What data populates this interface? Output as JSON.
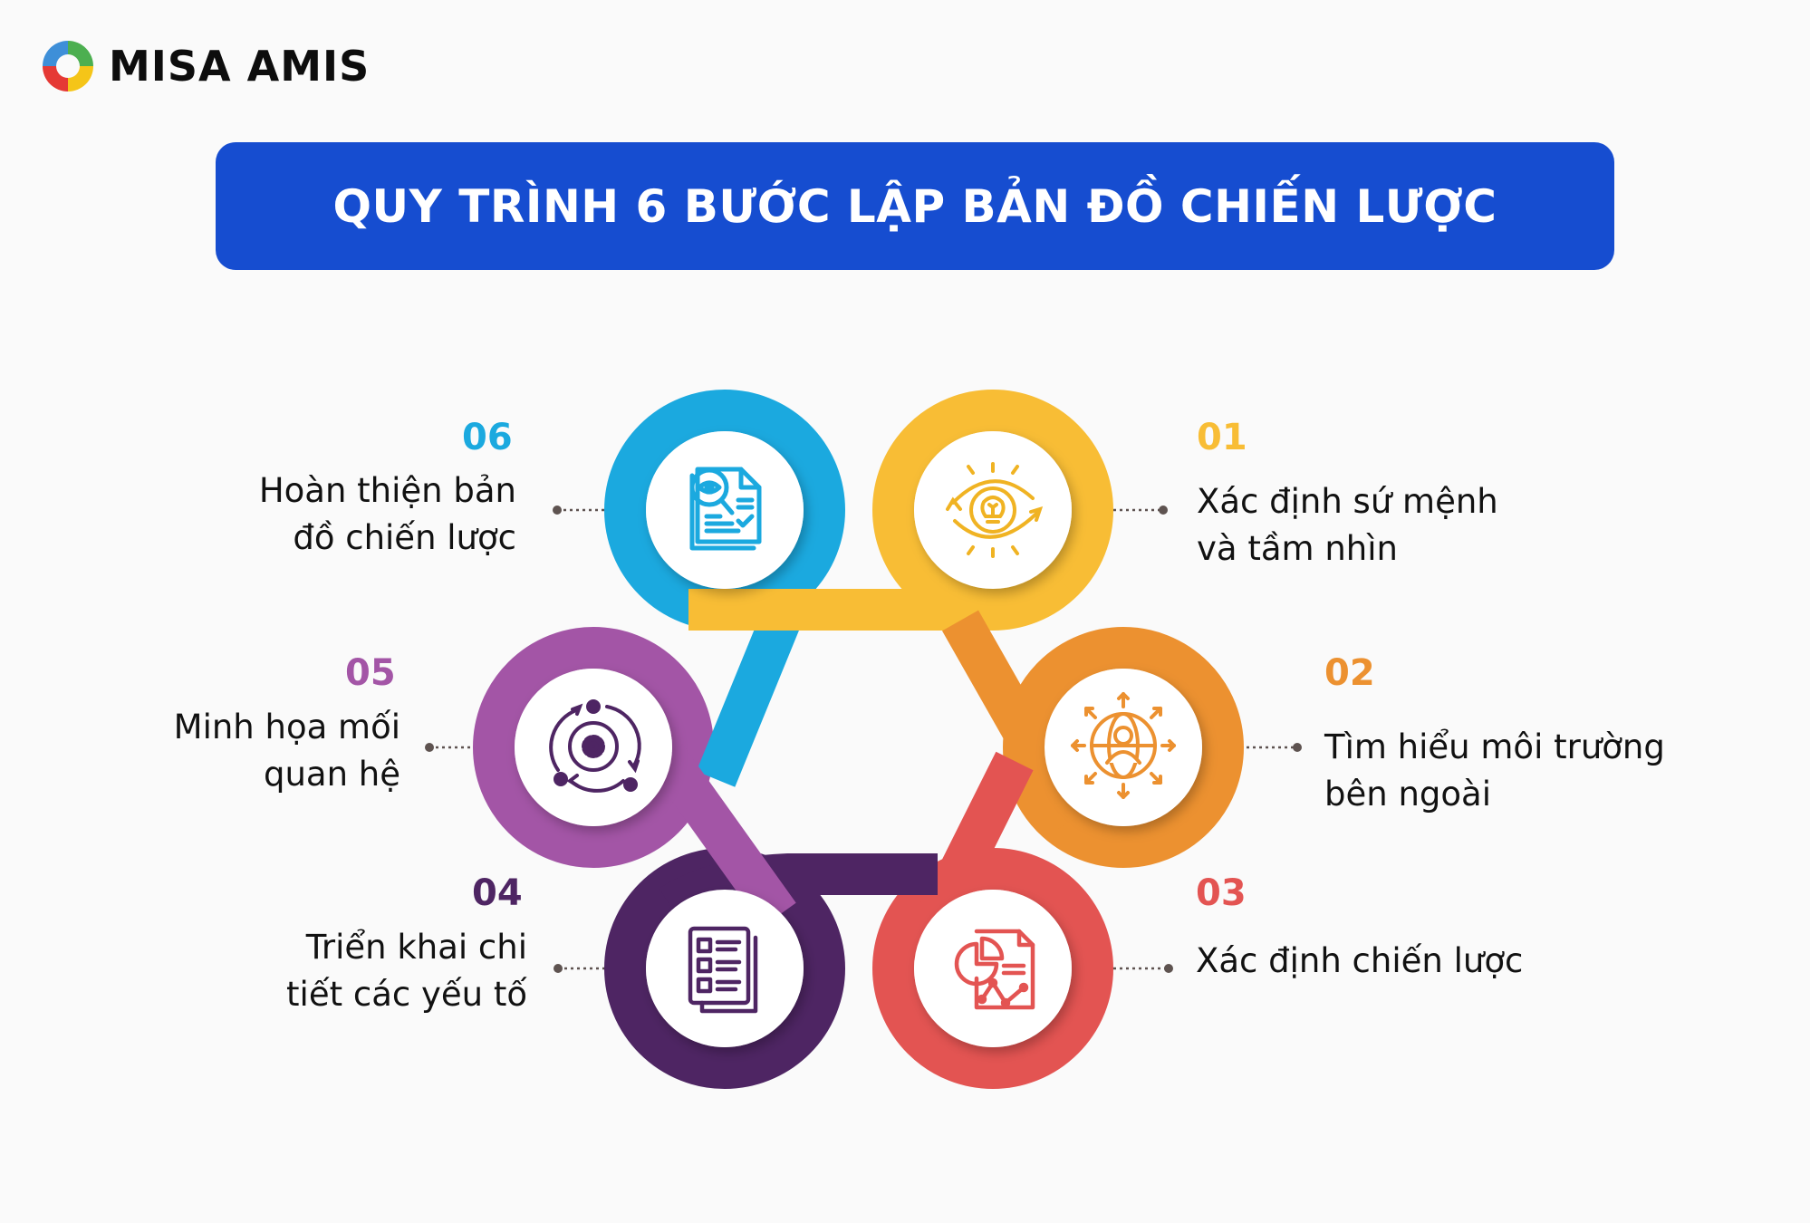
{
  "brand": {
    "name": "MISA AMIS",
    "logo_colors": [
      "#3e9bd8",
      "#4caf50",
      "#f5c518",
      "#e53935"
    ]
  },
  "banner": {
    "title": "QUY TRÌNH 6 BƯỚC LẬP BẢN ĐỒ CHIẾN LƯỢC",
    "background": "#164dd0"
  },
  "steps": [
    {
      "number": "01",
      "line1": "Xác định sứ mệnh",
      "line2": "và tầm nhìn",
      "color": "#f8bd35",
      "icon": "vision-lightbulb-eye-icon"
    },
    {
      "number": "02",
      "line1": "Tìm hiểu môi trường",
      "line2": "bên ngoài",
      "color": "#ec9130",
      "icon": "global-person-network-icon"
    },
    {
      "number": "03",
      "line1": "Xác định chiến lược",
      "line2": "",
      "color": "#e35452",
      "icon": "report-chart-document-icon"
    },
    {
      "number": "04",
      "line1": "Triển khai chi",
      "line2": "tiết các yếu tố",
      "color": "#4e2563",
      "icon": "checklist-document-icon"
    },
    {
      "number": "05",
      "line1": "Minh họa mối",
      "line2": "quan hệ",
      "color": "#a355a6",
      "icon": "gear-cycle-relationship-icon"
    },
    {
      "number": "06",
      "line1": "Hoàn thiện bản",
      "line2": "đồ chiến lược",
      "color": "#1ba9df",
      "icon": "document-review-magnifier-icon"
    }
  ],
  "leader_color": "#5e5350"
}
